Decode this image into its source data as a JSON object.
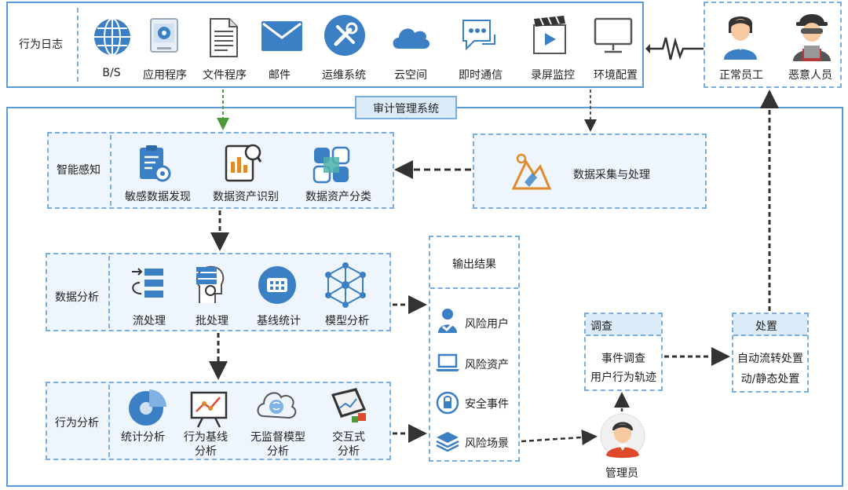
{
  "log_panel": {
    "title": "行为日志",
    "items": [
      "B/S",
      "应用程序",
      "文件程序",
      "邮件",
      "运维系统",
      "云空间",
      "即时通信",
      "录屏监控",
      "环境配置"
    ]
  },
  "people": {
    "normal": "正常员工",
    "malicious": "恶意人员"
  },
  "audit_system": {
    "title": "审计管理系统"
  },
  "perception": {
    "title": "智能感知",
    "items": [
      "敏感数据发现",
      "数据资产识别",
      "数据资产分类"
    ]
  },
  "collection": {
    "label": "数据采集与处理"
  },
  "data_analysis": {
    "title": "数据分析",
    "items": [
      "流处理",
      "批处理",
      "基线统计",
      "模型分析"
    ]
  },
  "behavior_analysis": {
    "title": "行为分析",
    "items": [
      {
        "line1": "统计分析",
        "line2": ""
      },
      {
        "line1": "行为基线",
        "line2": "分析"
      },
      {
        "line1": "无监督模型",
        "line2": "分析"
      },
      {
        "line1": "交互式",
        "line2": "分析"
      }
    ]
  },
  "output": {
    "title": "输出结果",
    "items": [
      "风险用户",
      "风险资产",
      "安全事件",
      "风险场景"
    ]
  },
  "investigate": {
    "title": "调查",
    "items": [
      "事件调查",
      "用户行为轨迹"
    ]
  },
  "dispose": {
    "title": "处置",
    "items": [
      "自动流转处置",
      "动/静态处置"
    ]
  },
  "admin": {
    "label": "管理员"
  },
  "colors": {
    "accent": "#5b9bd5",
    "icon_blue": "#3b7fc4",
    "arrow": "#333333",
    "green_arrow": "#4e9a3a"
  }
}
